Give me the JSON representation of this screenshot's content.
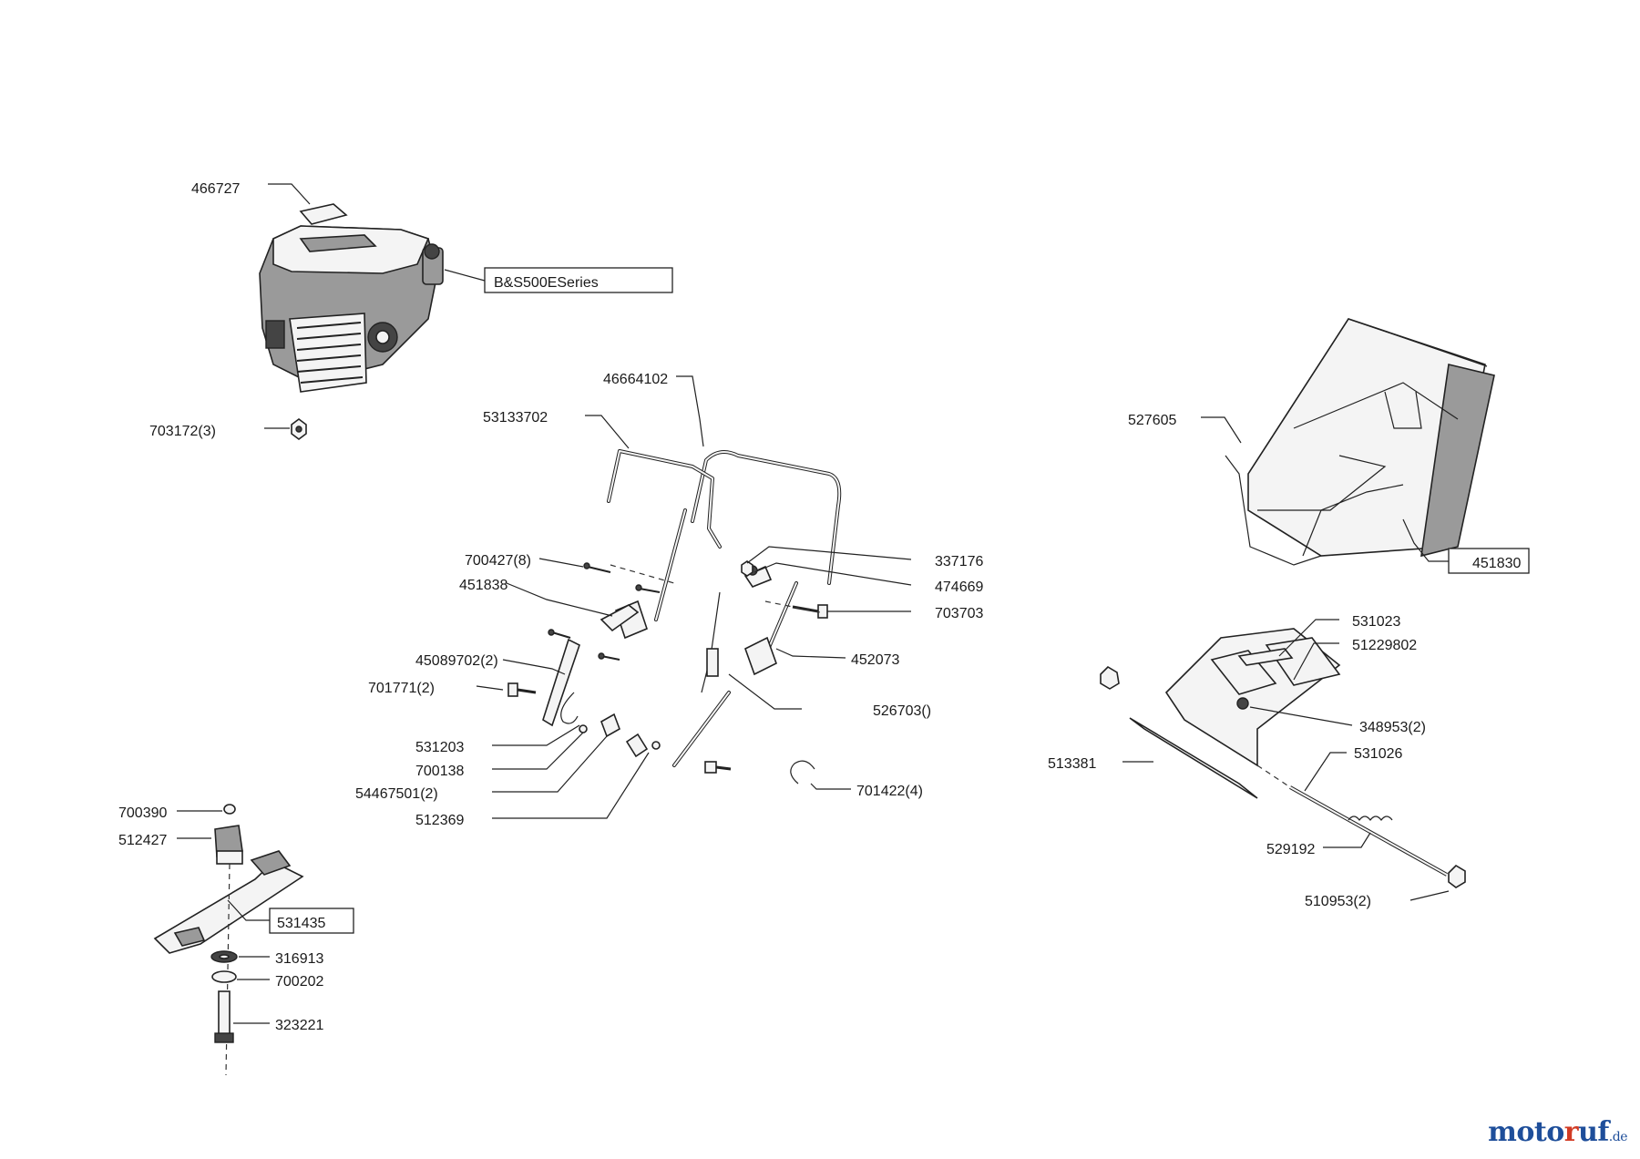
{
  "engine_label": "B&S500ESeries",
  "parts": {
    "p466727": "466727",
    "p703172": "703172(3)",
    "p46664102": "46664102",
    "p53133702": "53133702",
    "p700427": "700427(8)",
    "p451838": "451838",
    "p45089702": "45089702(2)",
    "p701771": "701771(2)",
    "p531203": "531203",
    "p700138": "700138",
    "p54467501": "54467501(2)",
    "p512369": "512369",
    "p337176": "337176",
    "p474669": "474669",
    "p703703": "703703",
    "p452073": "452073",
    "p526703": "526703()",
    "p701422": "701422(4)",
    "p527605": "527605",
    "p451830": "451830",
    "p531023": "531023",
    "p51229802": "51229802",
    "p348953": "348953(2)",
    "p513381": "513381",
    "p531026": "531026",
    "p529192": "529192",
    "p510953": "510953(2)",
    "p700390": "700390",
    "p512427": "512427",
    "p531435": "531435",
    "p316913": "316913",
    "p700202": "700202",
    "p323221": "323221"
  },
  "brand": {
    "part1": "moto",
    "part2": "r",
    "part3": "uf",
    "tld": ".de"
  }
}
